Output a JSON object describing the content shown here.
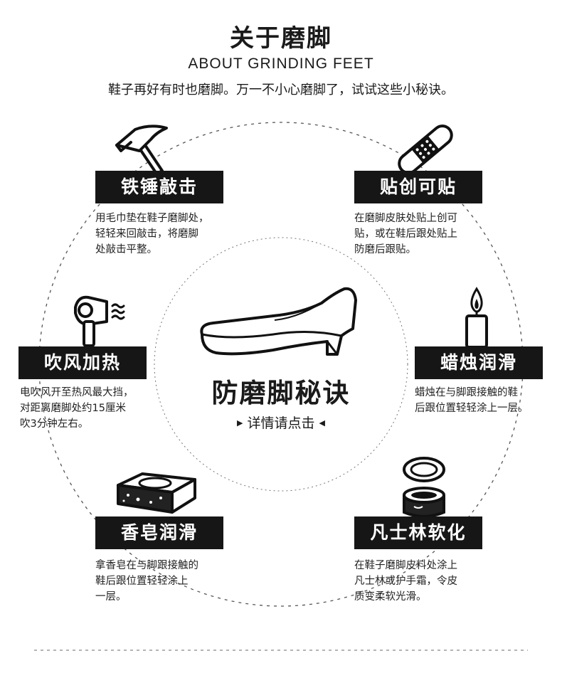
{
  "header": {
    "title": "关于磨脚",
    "subtitle": "ABOUT GRINDING FEET",
    "intro": "鞋子再好有时也磨脚。万一不小心磨脚了，试试这些小秘诀。"
  },
  "center": {
    "title": "防磨脚秘诀",
    "link": "详情请点击"
  },
  "tips": [
    {
      "label": "铁锤敲击",
      "desc": [
        "用毛巾垫在鞋子磨脚处，",
        "轻轻来回敲击，将磨脚",
        "处敲击平整。"
      ]
    },
    {
      "label": "贴创可贴",
      "desc": [
        "在磨脚皮肤处贴上创可",
        "贴，或在鞋后跟处贴上",
        "防磨后跟贴。"
      ]
    },
    {
      "label": "吹风加热",
      "desc": [
        "电吹风开至热风最大挡，",
        "对距离磨脚处约15厘米",
        "吹3分钟左右。"
      ]
    },
    {
      "label": "蜡烛润滑",
      "desc": [
        "蜡烛在与脚跟接触的鞋",
        "后跟位置轻轻涂上一层。"
      ]
    },
    {
      "label": "香皂润滑",
      "desc": [
        "拿香皂在与脚跟接触的",
        "鞋后跟位置轻轻涂上",
        "一层。"
      ]
    },
    {
      "label": "凡士林软化",
      "desc": [
        "在鞋子磨脚皮料处涂上",
        "凡士林或护手霜，令皮",
        "质变柔软光滑。"
      ]
    }
  ],
  "colors": {
    "label_bg": "#161616",
    "text": "#1a1a1a",
    "dashed": "#555555"
  }
}
